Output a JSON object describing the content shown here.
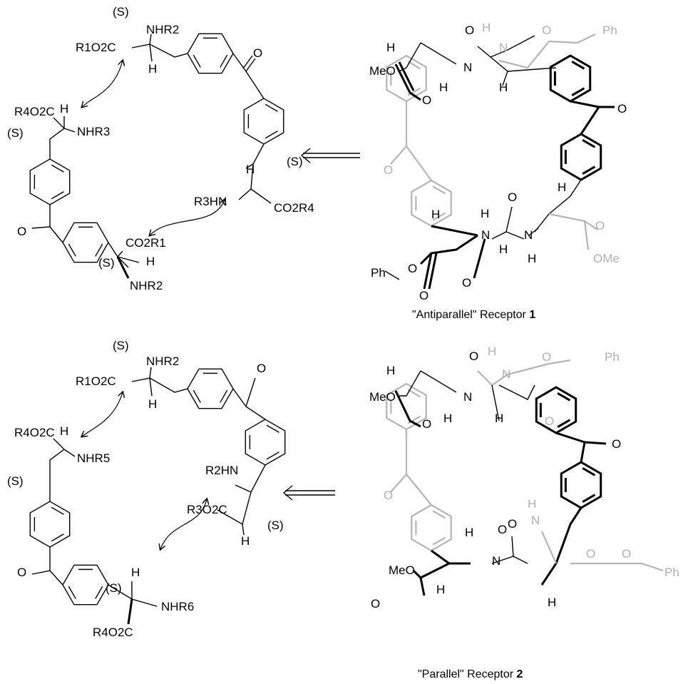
{
  "scheme_1": {
    "left_structure": {
      "labels": [
        "(S)",
        "NHR2",
        "R1O2C",
        "H",
        "O",
        "R4O2C",
        "H",
        "(S)",
        "NHR3",
        "H",
        "(S)",
        "R3HN",
        "CO2R4",
        "O",
        "(S)",
        "CO2R1",
        "H",
        "NHR2"
      ]
    },
    "retro_arrow": "retrosynthesis-arrow",
    "receptor": {
      "black_labels": [
        "H",
        "O",
        "MeO",
        "N",
        "H",
        "O",
        "H",
        "O",
        "H",
        "O",
        "N",
        "H",
        "O",
        "H",
        "Ph",
        "O",
        "O",
        "N",
        "H",
        "H"
      ],
      "gray_labels": [
        "H",
        "N",
        "O",
        "Ph",
        "O",
        "O",
        "OMe"
      ],
      "caption_prefix": "\"Antiparallel\" Receptor ",
      "caption_number": "1"
    }
  },
  "scheme_2": {
    "left_structure": {
      "labels": [
        "(S)",
        "NHR2",
        "R1O2C",
        "H",
        "O",
        "R4O2C",
        "H",
        "NHR5",
        "(S)",
        "R2HN",
        "R3O2C",
        "(S)",
        "H",
        "O",
        "(S)",
        "H",
        "NHR6",
        "R4O2C"
      ]
    },
    "retro_arrow": "retrosynthesis-arrow",
    "receptor": {
      "black_labels": [
        "H",
        "O",
        "MeO",
        "N",
        "H",
        "O",
        "H",
        "O",
        "O",
        "H",
        "O",
        "N",
        "H",
        "MeO",
        "O",
        "H"
      ],
      "gray_labels": [
        "H",
        "N",
        "O",
        "Ph",
        "O",
        "O",
        "H",
        "N",
        "O",
        "O",
        "Ph"
      ],
      "caption_prefix": "\"Parallel\" Receptor ",
      "caption_number": "2"
    }
  }
}
